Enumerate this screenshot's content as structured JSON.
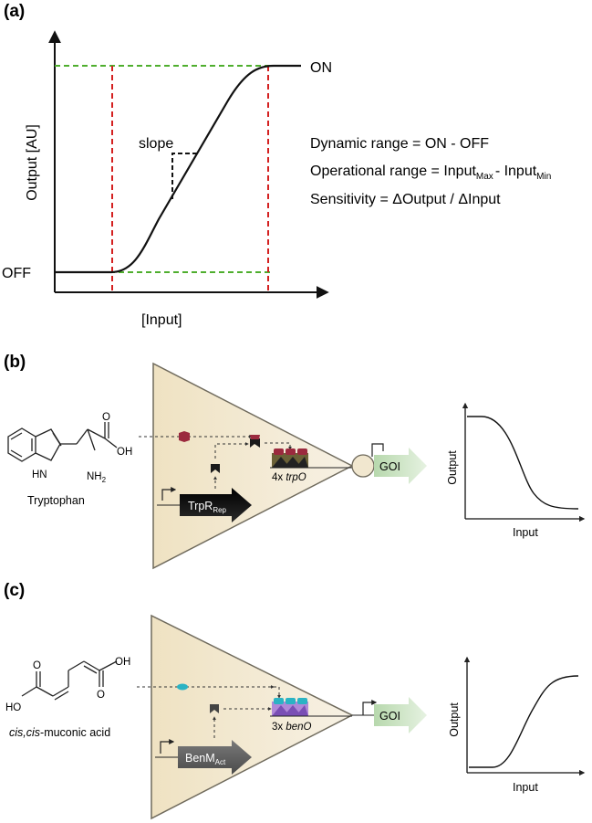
{
  "panel_a": {
    "label": "(a)",
    "ylabel": "Output [AU]",
    "xlabel": "[Input]",
    "on_label": "ON",
    "off_label": "OFF",
    "slope_label": "slope",
    "eq1": "Dynamic range = ON - OFF",
    "eq2_prefix": "Operational range = Input",
    "eq2_sub1": "Max",
    "eq2_mid": "- Input",
    "eq2_sub2": "Min",
    "eq3": "Sensitivity = ΔOutput / ΔInput"
  },
  "panel_b": {
    "label": "(b)",
    "molecule_name": "Tryptophan",
    "mol_oh": "OH",
    "mol_o": "O",
    "mol_hn": "HN",
    "mol_nh": "NH",
    "mol_nh_sub": "2",
    "repressor_main": "TrpR",
    "repressor_sub": "Rep",
    "operator_prefix": "4x ",
    "operator_name": "trpO",
    "goi": "GOI",
    "mini_ylabel": "Output",
    "mini_xlabel": "Input",
    "response": "repression"
  },
  "panel_c": {
    "label": "(c)",
    "molecule_name_italic": "cis,cis",
    "molecule_name_rest": "-muconic acid",
    "mol_oh_top": "OH",
    "mol_ho": "HO",
    "mol_o": "O",
    "activator_main": "BenM",
    "activator_sub": "Act",
    "operator_prefix": "3x ",
    "operator_name": "benO",
    "goi": "GOI",
    "mini_ylabel": "Output",
    "mini_xlabel": "Input",
    "response": "activation"
  },
  "colors": {
    "triangle_fill": "#f1e7cf",
    "triangle_stroke": "#6f6a5c",
    "red_guide": "#d42020",
    "green_guide": "#4fae2e",
    "goi_arrow": "#cfe6c8",
    "repressor_arrow": "#111111",
    "activator_arrow": "#595959",
    "ligand_b": "#9b2a3e",
    "ligand_c": "#2bb3c4"
  }
}
